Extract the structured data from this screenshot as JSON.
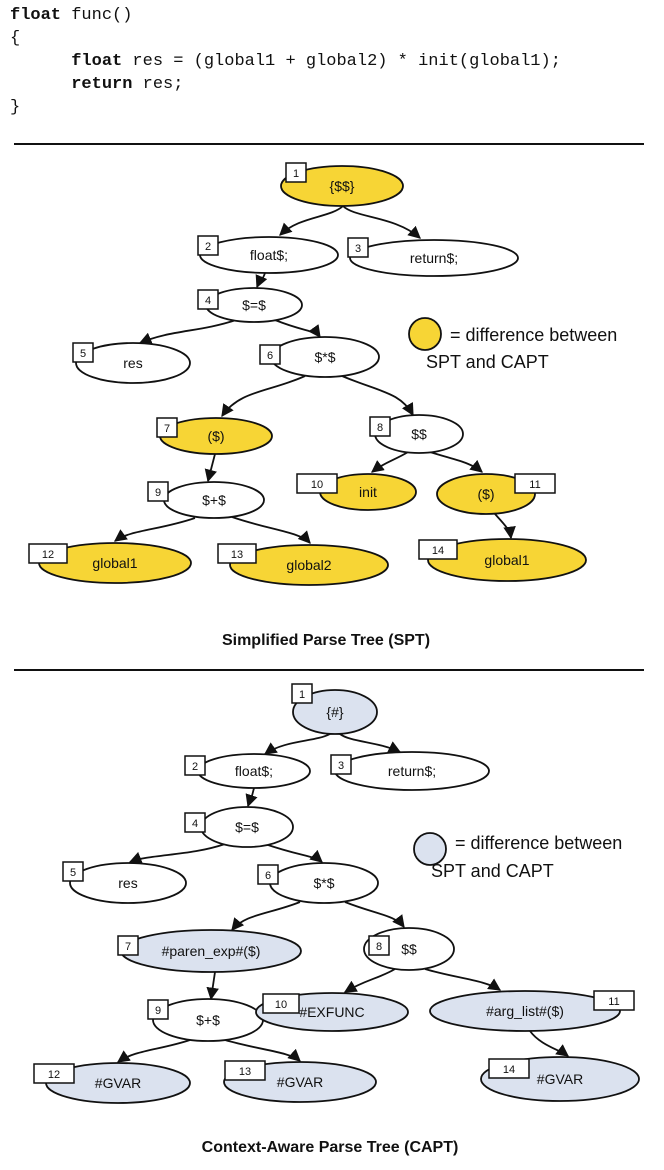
{
  "code": {
    "line1_kw": "float",
    "line1_rest": " func()",
    "line2": "{",
    "line3_kw": "float",
    "line3_rest": " res = (global1 + global2) * init(global1);",
    "line4_kw": "return",
    "line4_rest": " res;",
    "line5": "}"
  },
  "colors": {
    "spt_highlight": "#f7d535",
    "capt_highlight": "#dbe2ef",
    "plain": "#ffffff",
    "stroke": "#111111"
  },
  "spt": {
    "caption": "Simplified Parse Tree (SPT)",
    "legend_line1": "= difference between",
    "legend_line2": "SPT and CAPT",
    "nodes": [
      {
        "id": "1",
        "label": "{$$}",
        "highlight": true
      },
      {
        "id": "2",
        "label": "float$;",
        "highlight": false
      },
      {
        "id": "3",
        "label": "return$;",
        "highlight": false
      },
      {
        "id": "4",
        "label": "$=$",
        "highlight": false
      },
      {
        "id": "5",
        "label": "res",
        "highlight": false
      },
      {
        "id": "6",
        "label": "$*$",
        "highlight": false
      },
      {
        "id": "7",
        "label": "($)",
        "highlight": true
      },
      {
        "id": "8",
        "label": "$$",
        "highlight": false
      },
      {
        "id": "9",
        "label": "$+$",
        "highlight": false
      },
      {
        "id": "10",
        "label": "init",
        "highlight": true
      },
      {
        "id": "11",
        "label": "($)",
        "highlight": true
      },
      {
        "id": "12",
        "label": "global1",
        "highlight": true
      },
      {
        "id": "13",
        "label": "global2",
        "highlight": true
      },
      {
        "id": "14",
        "label": "global1",
        "highlight": true
      }
    ]
  },
  "capt": {
    "caption": "Context-Aware Parse Tree (CAPT)",
    "legend_line1": "= difference between",
    "legend_line2": "SPT and CAPT",
    "nodes": [
      {
        "id": "1",
        "label": "{#}",
        "highlight": true
      },
      {
        "id": "2",
        "label": "float$;",
        "highlight": false
      },
      {
        "id": "3",
        "label": "return$;",
        "highlight": false
      },
      {
        "id": "4",
        "label": "$=$",
        "highlight": false
      },
      {
        "id": "5",
        "label": "res",
        "highlight": false
      },
      {
        "id": "6",
        "label": "$*$",
        "highlight": false
      },
      {
        "id": "7",
        "label": "#paren_exp#($)",
        "highlight": true
      },
      {
        "id": "8",
        "label": "$$",
        "highlight": false
      },
      {
        "id": "9",
        "label": "$+$",
        "highlight": false
      },
      {
        "id": "10",
        "label": "#EXFUNC",
        "highlight": true
      },
      {
        "id": "11",
        "label": "#arg_list#($)",
        "highlight": true
      },
      {
        "id": "12",
        "label": "#GVAR",
        "highlight": true
      },
      {
        "id": "13",
        "label": "#GVAR",
        "highlight": true
      },
      {
        "id": "14",
        "label": "#GVAR",
        "highlight": true
      }
    ]
  }
}
